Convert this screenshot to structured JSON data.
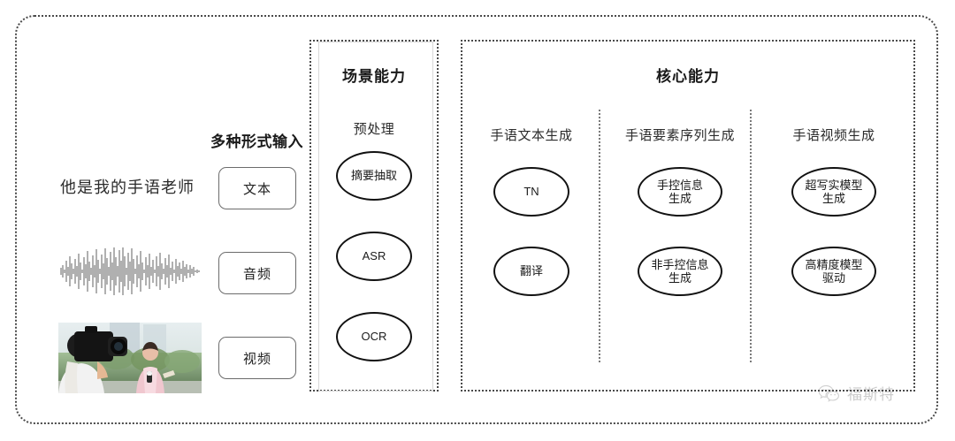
{
  "input_section": {
    "heading": "多种形式输入",
    "sample_sentence": "他是我的手语老师",
    "modalities": [
      {
        "label": "文本",
        "icon": "text-icon"
      },
      {
        "label": "音频",
        "icon": "audio-waveform-icon"
      },
      {
        "label": "视频",
        "icon": "video-thumbnail-icon"
      }
    ],
    "waveform_alt": "audio-waveform",
    "video_alt": "cameraman-filming-reporter-photo"
  },
  "scene_panel": {
    "title": "场景能力",
    "subtitle": "预处理",
    "nodes": [
      {
        "label": "摘要抽取"
      },
      {
        "label": "ASR"
      },
      {
        "label": "OCR"
      }
    ]
  },
  "core_panel": {
    "title": "核心能力",
    "columns": [
      {
        "title": "手语文本生成",
        "nodes": [
          {
            "lines": [
              "TN"
            ]
          },
          {
            "lines": [
              "翻译"
            ]
          }
        ]
      },
      {
        "title": "手语要素序列生成",
        "nodes": [
          {
            "lines": [
              "手控信息",
              "生成"
            ]
          },
          {
            "lines": [
              "非手控信息",
              "生成"
            ]
          }
        ]
      },
      {
        "title": "手语视频生成",
        "nodes": [
          {
            "lines": [
              "超写实模型",
              "生成"
            ]
          },
          {
            "lines": [
              "高精度模型",
              "驱动"
            ]
          }
        ]
      }
    ]
  },
  "watermark": {
    "text": "福斯特",
    "icon": "wechat-bubble-icon"
  },
  "colors": {
    "border": "#4a4a4a",
    "node_stroke": "#111111",
    "text": "#1a1a1a",
    "button_border": "#6b6b6b",
    "watermark": "#555555"
  }
}
